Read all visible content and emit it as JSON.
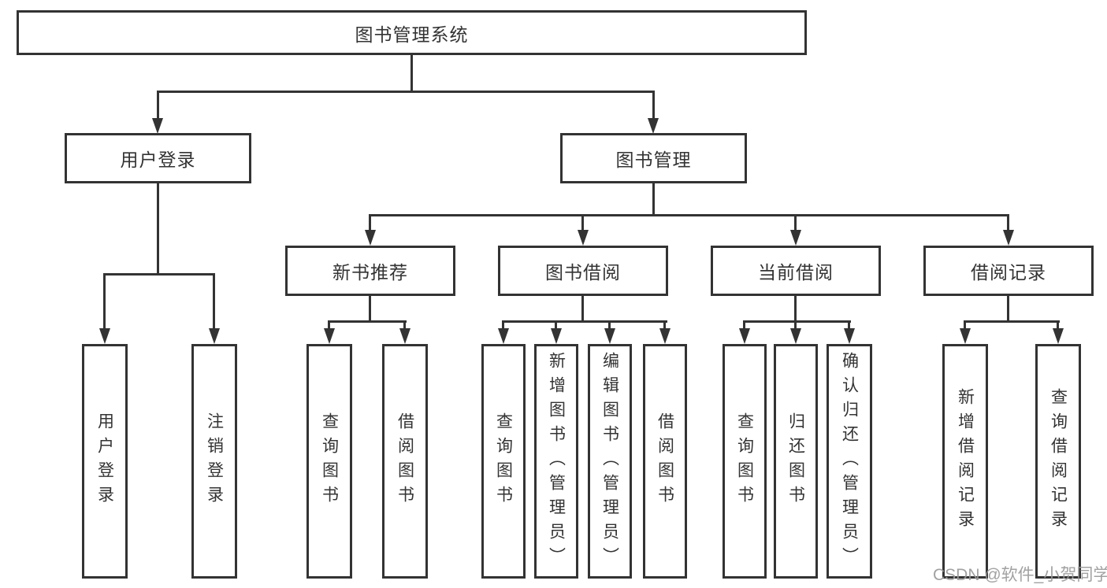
{
  "tree": {
    "root": {
      "label": "图书管理系统",
      "children": [
        {
          "label": "用户登录",
          "children": [
            {
              "label": "用户登录"
            },
            {
              "label": "注销登录"
            }
          ]
        },
        {
          "label": "图书管理",
          "children": [
            {
              "label": "新书推荐",
              "children": [
                {
                  "label": "查询图书"
                },
                {
                  "label": "借阅图书"
                }
              ]
            },
            {
              "label": "图书借阅",
              "children": [
                {
                  "label": "查询图书"
                },
                {
                  "label": "新增图书（管理员）"
                },
                {
                  "label": "编辑图书（管理员）"
                },
                {
                  "label": "借阅图书"
                }
              ]
            },
            {
              "label": "当前借阅",
              "children": [
                {
                  "label": "查询图书"
                },
                {
                  "label": "归还图书"
                },
                {
                  "label": "确认归还（管理员）"
                }
              ]
            },
            {
              "label": "借阅记录",
              "children": [
                {
                  "label": "新增借阅记录"
                },
                {
                  "label": "查询借阅记录"
                }
              ]
            }
          ]
        }
      ]
    }
  },
  "watermark": {
    "text": "CSDN @软件_小贺同学",
    "color": "#9a9a9a"
  },
  "colors": {
    "line": "#333333",
    "box_border": "#333333",
    "text": "#333333",
    "background": "#ffffff"
  }
}
